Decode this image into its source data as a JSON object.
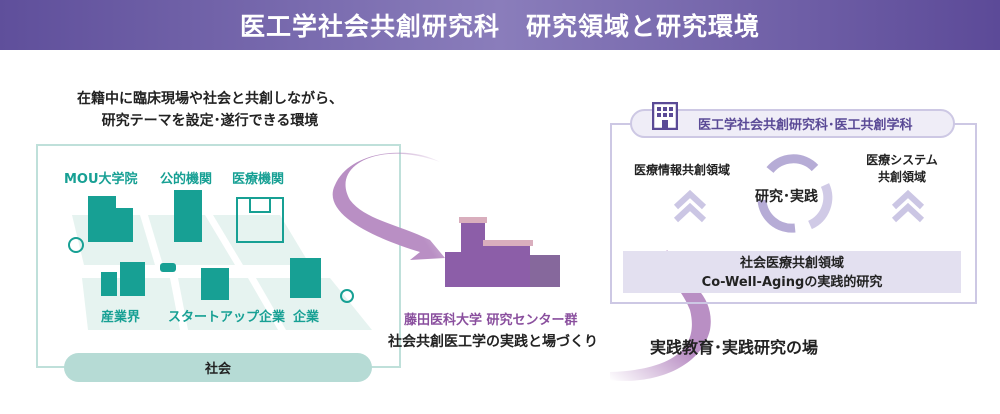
{
  "title": "医工学社会共創研究科　研究領域と研究環境",
  "intro": {
    "line1": "在籍中に臨床現場や社会と共創しながら、",
    "line2": "研究テーマを設定･遂行できる環境"
  },
  "society": {
    "institutions": [
      "MOU大学院",
      "公的機関",
      "医療機関",
      "産業界",
      "スタートアップ企業",
      "企業"
    ],
    "label": "社会"
  },
  "center": {
    "name": "藤田医科大学 研究センター群",
    "caption": "社会共創医工学の実践と場づくり"
  },
  "practice_label": "実践教育･実践研究の場",
  "department": {
    "header": "医工学社会共創研究科･医工共創学科",
    "left_domain": "医療情報共創領域",
    "right_domain_line1": "医療システム",
    "right_domain_line2": "共創領域",
    "cycle": "研究･実践",
    "band_line1": "社会医療共創領域",
    "band_line2": "Co-Well-Agingの実践的研究"
  },
  "colors": {
    "teal": "#17a094",
    "purple": "#5a4a96",
    "arrow": "#b98fc4"
  }
}
